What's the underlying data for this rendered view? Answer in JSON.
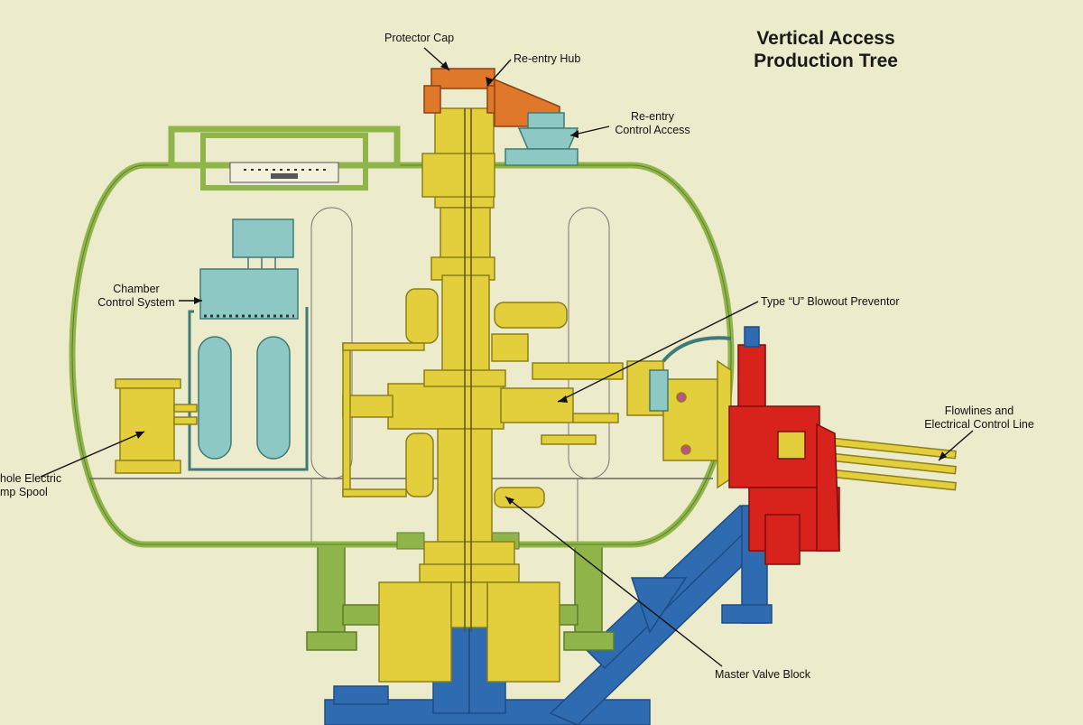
{
  "title": {
    "line1": "Vertical Access",
    "line2": "Production Tree"
  },
  "labels": {
    "protector_cap": "Protector Cap",
    "reentry_hub": "Re-entry Hub",
    "reentry_control_access_1": "Re-entry",
    "reentry_control_access_2": "Control Access",
    "chamber_control_1": "Chamber",
    "chamber_control_2": "Control System",
    "blowout_preventor": "Type “U” Blowout Preventor",
    "flowlines_1": "Flowlines and",
    "flowlines_2": "Electrical Control Line",
    "pump_spool_1": "hole Electric",
    "pump_spool_2": "mp Spool",
    "master_valve_block": "Master Valve Block"
  },
  "colors": {
    "background": "#ecebcb",
    "chamber_green": "#8fb54a",
    "tree_yellow": "#e3cf3c",
    "cap_orange": "#e0782c",
    "control_teal": "#8ec8c4",
    "preventor_red": "#d8221c",
    "structure_blue": "#2f6bb0"
  }
}
